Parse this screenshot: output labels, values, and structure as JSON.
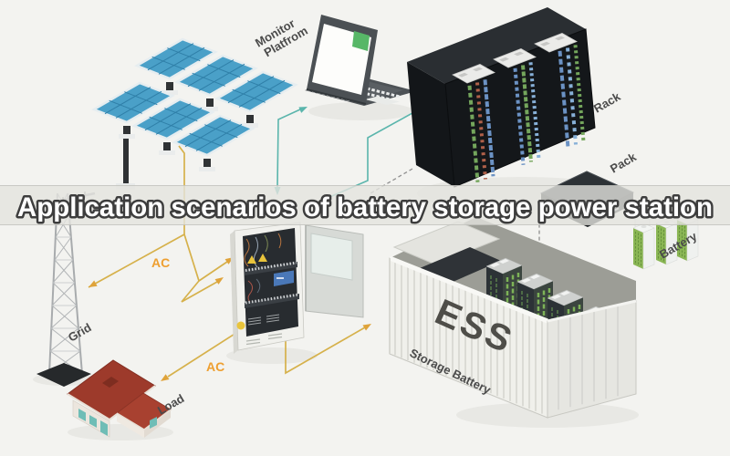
{
  "title": {
    "text": "Application scenarios of battery storage power station"
  },
  "diagram": {
    "labels": {
      "monitor_platform_line1": "Monitor",
      "monitor_platform_line2": "Platfrom",
      "rack": "Rack",
      "pack": "Pack",
      "battery": "Battery",
      "grid": "Grid",
      "load": "Load",
      "ess": "ESS",
      "storage_battery": "Storage Battery",
      "ac_grid": "AC",
      "ac_load": "AC"
    },
    "colors": {
      "background": "#f3f3f0",
      "banner_text": "#ffffff",
      "banner_outline": "#3d3d3d",
      "ac_label": "#ee9f30",
      "power_line": "#d6b14b",
      "power_arrow": "#dfa33a",
      "signal_line": "#5ab5ac",
      "dashed_link": "#8f8f8f",
      "solar_panel": "#4aa0c8",
      "house_roof": "#9d3a2b",
      "battery_green": "#8ab654"
    }
  }
}
